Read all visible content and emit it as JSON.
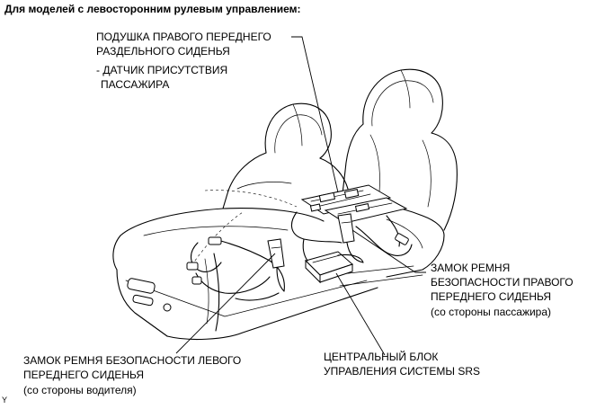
{
  "header": "Для моделей с левосторонним рулевым управлением:",
  "labels": {
    "pad_line1": "ПОДУШКА ПРАВОГО ПЕРЕДНЕГО",
    "pad_line2": "РАЗДЕЛЬНОГО СИДЕНЬЯ",
    "sensor_line1": "- ДАТЧИК ПРИСУТСТВИЯ",
    "sensor_line2": "ПАССАЖИРА",
    "right_buckle_line1": "ЗАМОК РЕМНЯ",
    "right_buckle_line2": "БЕЗОПАСНОСТИ ПРАВОГО",
    "right_buckle_line3": "ПЕРЕДНЕГО СИДЕНЬЯ",
    "right_buckle_line4": "(со стороны пассажира)",
    "left_buckle_line1": "ЗАМОК РЕМНЯ БЕЗОПАСНОСТИ ЛЕВОГО",
    "left_buckle_line2": "ПЕРЕДНЕГО СИДЕНЬЯ",
    "left_buckle_line3": "(со стороны водителя)",
    "srs_line1": "ЦЕНТРАЛЬНЫЙ БЛОК",
    "srs_line2": "УПРАВЛЕНИЯ СИСТЕМЫ SRS"
  },
  "corner_mark": "Y"
}
